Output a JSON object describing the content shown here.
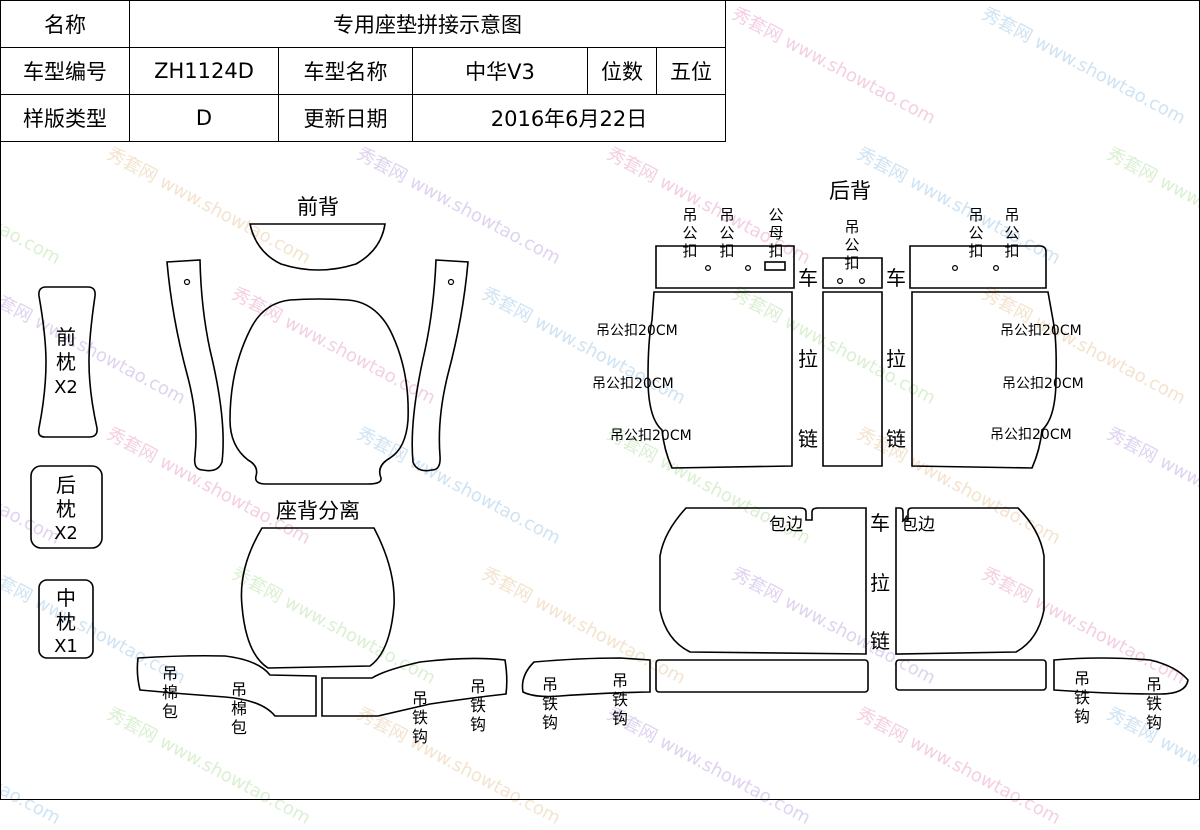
{
  "watermark": {
    "cn": "秀套网",
    "url": "www.showtao.com"
  },
  "info_table": {
    "name_label": "名称",
    "name_value": "专用座垫拼接示意图",
    "model_code_label": "车型编号",
    "model_code_value": "ZH1124D",
    "model_name_label": "车型名称",
    "model_name_value": "中华V3",
    "seats_label": "位数",
    "seats_value": "五位",
    "pattern_type_label": "样版类型",
    "pattern_type_value": "D",
    "update_date_label": "更新日期",
    "update_date_value": "2016年6月22日"
  },
  "headings": {
    "front_back": "前背",
    "seat_back_separate": "座背分离",
    "rear_back": "后背"
  },
  "pillows": {
    "front": {
      "name": [
        "前",
        "枕"
      ],
      "qty": "X2"
    },
    "rear": {
      "name": [
        "后",
        "枕"
      ],
      "qty": "X2"
    },
    "middle": {
      "name": [
        "中",
        "枕"
      ],
      "qty": "X1"
    }
  },
  "labels": {
    "hang_buckle": [
      "吊",
      "公",
      "扣"
    ],
    "male_female_buckle": [
      "公",
      "母",
      "扣"
    ],
    "hang_cotton_bag": [
      "吊",
      "棉",
      "包"
    ],
    "hang_iron_hook": [
      "吊",
      "铁",
      "钩"
    ],
    "sew": "车",
    "zipper": [
      "拉",
      "链"
    ],
    "edging": "包边",
    "hang_buckle_20cm": "吊公扣20CM"
  }
}
